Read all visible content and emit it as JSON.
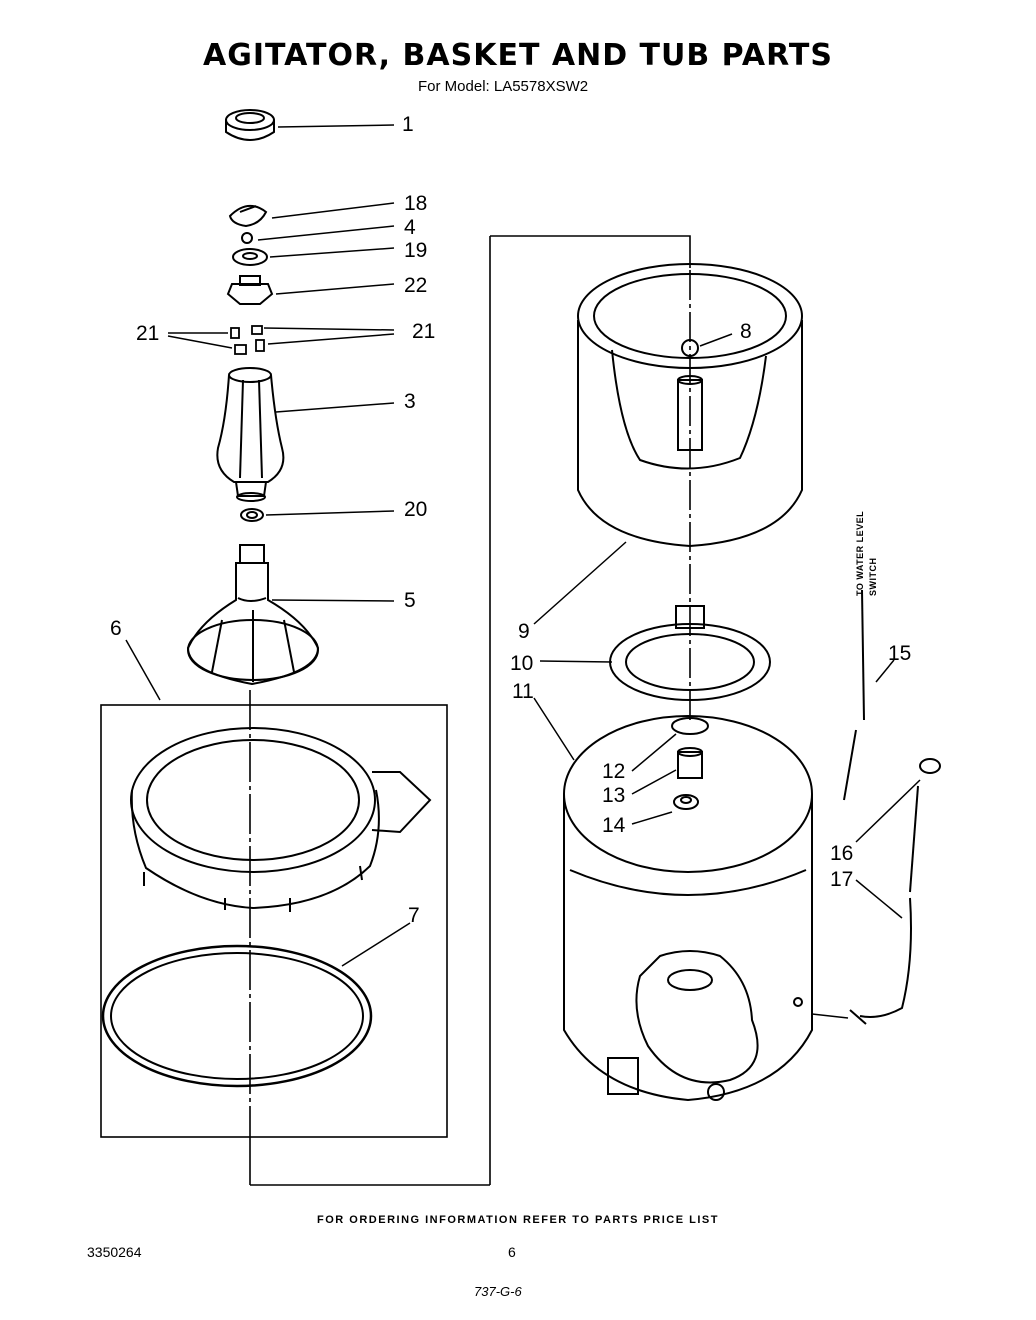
{
  "header": {
    "title": "AGITATOR, BASKET AND TUB PARTS",
    "subtitle": "For Model: LA5578XSW2"
  },
  "callouts": [
    "1",
    "18",
    "4",
    "19",
    "22",
    "21",
    "21",
    "3",
    "20",
    "5",
    "6",
    "7",
    "8",
    "9",
    "10",
    "11",
    "12",
    "13",
    "14",
    "15",
    "16",
    "17"
  ],
  "side_note": {
    "line1": "TO WATER LEVEL",
    "line2": "SWITCH"
  },
  "footer": {
    "ordering_note": "FOR ORDERING INFORMATION REFER TO PARTS PRICE LIST",
    "doc_number": "3350264",
    "page_number": "6",
    "handwritten_note": "737-G-6"
  }
}
